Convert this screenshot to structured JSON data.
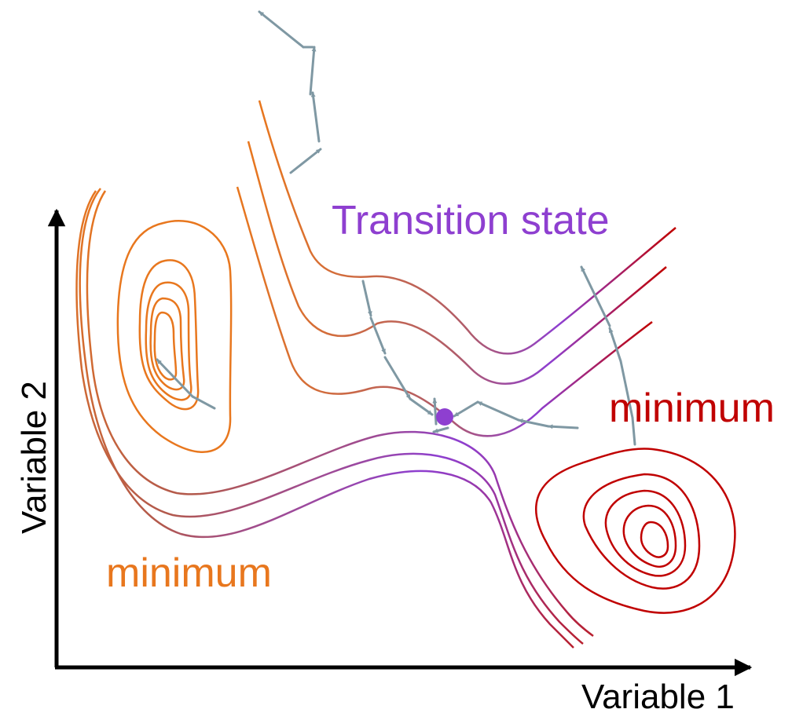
{
  "labels": {
    "transition_state": "Transition state",
    "minimum_right": "minimum",
    "minimum_left": "minimum"
  },
  "axes": {
    "x_label": "Variable 1",
    "y_label": "Variable 2"
  },
  "colors": {
    "orange": "#E8771E",
    "red": "#C00000",
    "purple": "#8E3FD0",
    "mid_mauve": "#A85A6A",
    "arrow": "#7F98A3",
    "axis": "#000000"
  },
  "icons": {
    "arrowhead": "triangle-arrowhead-icon",
    "transition_point": "filled-circle-icon"
  }
}
